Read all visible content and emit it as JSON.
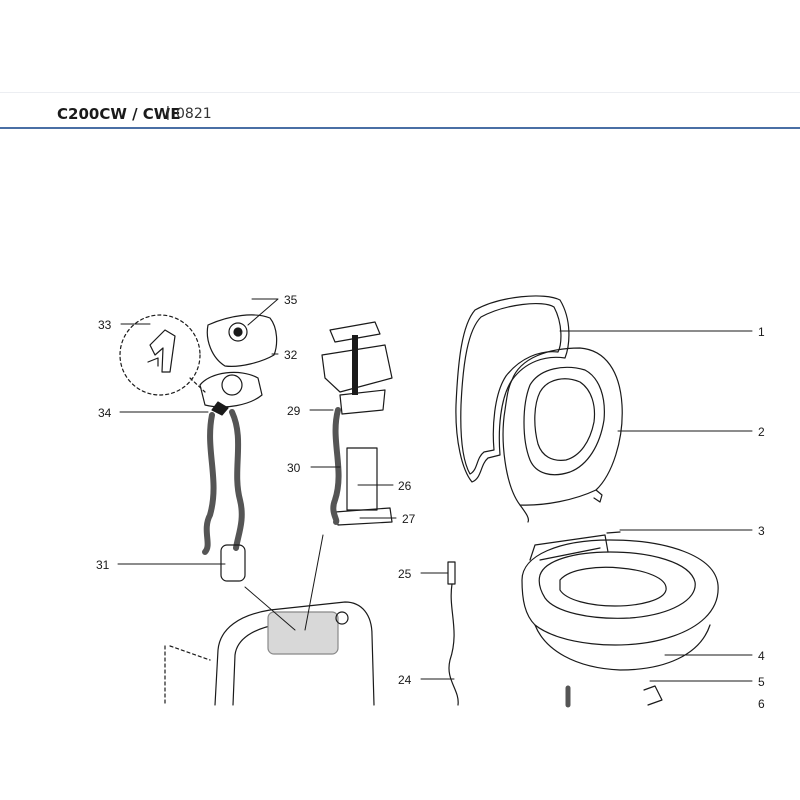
{
  "header": {
    "model": "C200CW / CWE",
    "separator": "|",
    "code": "0821"
  },
  "callouts": {
    "c1": "1",
    "c2": "2",
    "c3": "3",
    "c4": "4",
    "c5": "5",
    "c6": "6",
    "c24": "24",
    "c25": "25",
    "c26": "26",
    "c27": "27",
    "c29": "29",
    "c30": "30",
    "c31": "31",
    "c32": "32",
    "c33": "33",
    "c34": "34",
    "c35": "35"
  },
  "colors": {
    "accent_rule": "#4a6fa5",
    "line": "#1a1a1a",
    "panel": "#d8d8d8"
  }
}
